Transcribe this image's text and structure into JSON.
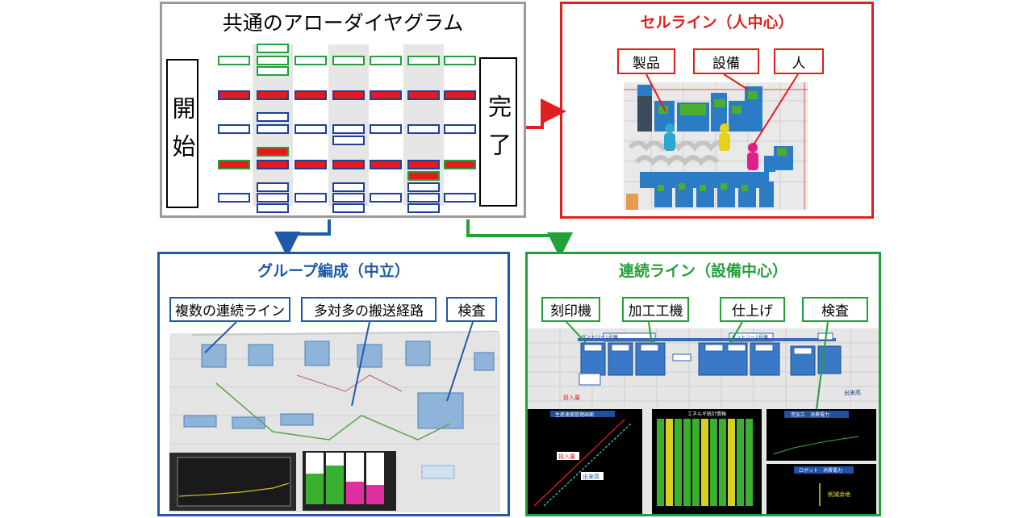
{
  "arrow_diagram": {
    "title": "共通のアローダイヤグラム",
    "start_label": "開始",
    "end_label": "完了",
    "colors": {
      "green": "#22a03a",
      "red": "#e8191b",
      "blue": "#1f3f9c",
      "gray": "#a0a0a0"
    }
  },
  "cell_line": {
    "title": "セルライン（人中心）",
    "color": "#e01e1e",
    "labels": [
      "製品",
      "設備",
      "人"
    ]
  },
  "group": {
    "title": "グループ編成（中立）",
    "color": "#1f5aa6",
    "labels": [
      "複数の連続ライン",
      "多対多の搬送経路",
      "検査"
    ]
  },
  "continuous": {
    "title": "連続ライン（設備中心）",
    "color": "#22a03a",
    "labels": [
      "刻印機",
      "加工工機",
      "仕上げ",
      "検査"
    ],
    "screen_texts": {
      "gantry1": "ガントリー1号機",
      "gantry2": "ガントリー2号機",
      "in_qty": "投入量",
      "out_qty": "出来高",
      "out_tag": "出来高",
      "in_tag": "投入量",
      "graph1": "生産速度管理画面",
      "graph2": "エネルギ統計情報",
      "graph3": "荒加工　消費電力",
      "graph4": "ロボット　消費電力",
      "saving": "削減余地"
    }
  }
}
